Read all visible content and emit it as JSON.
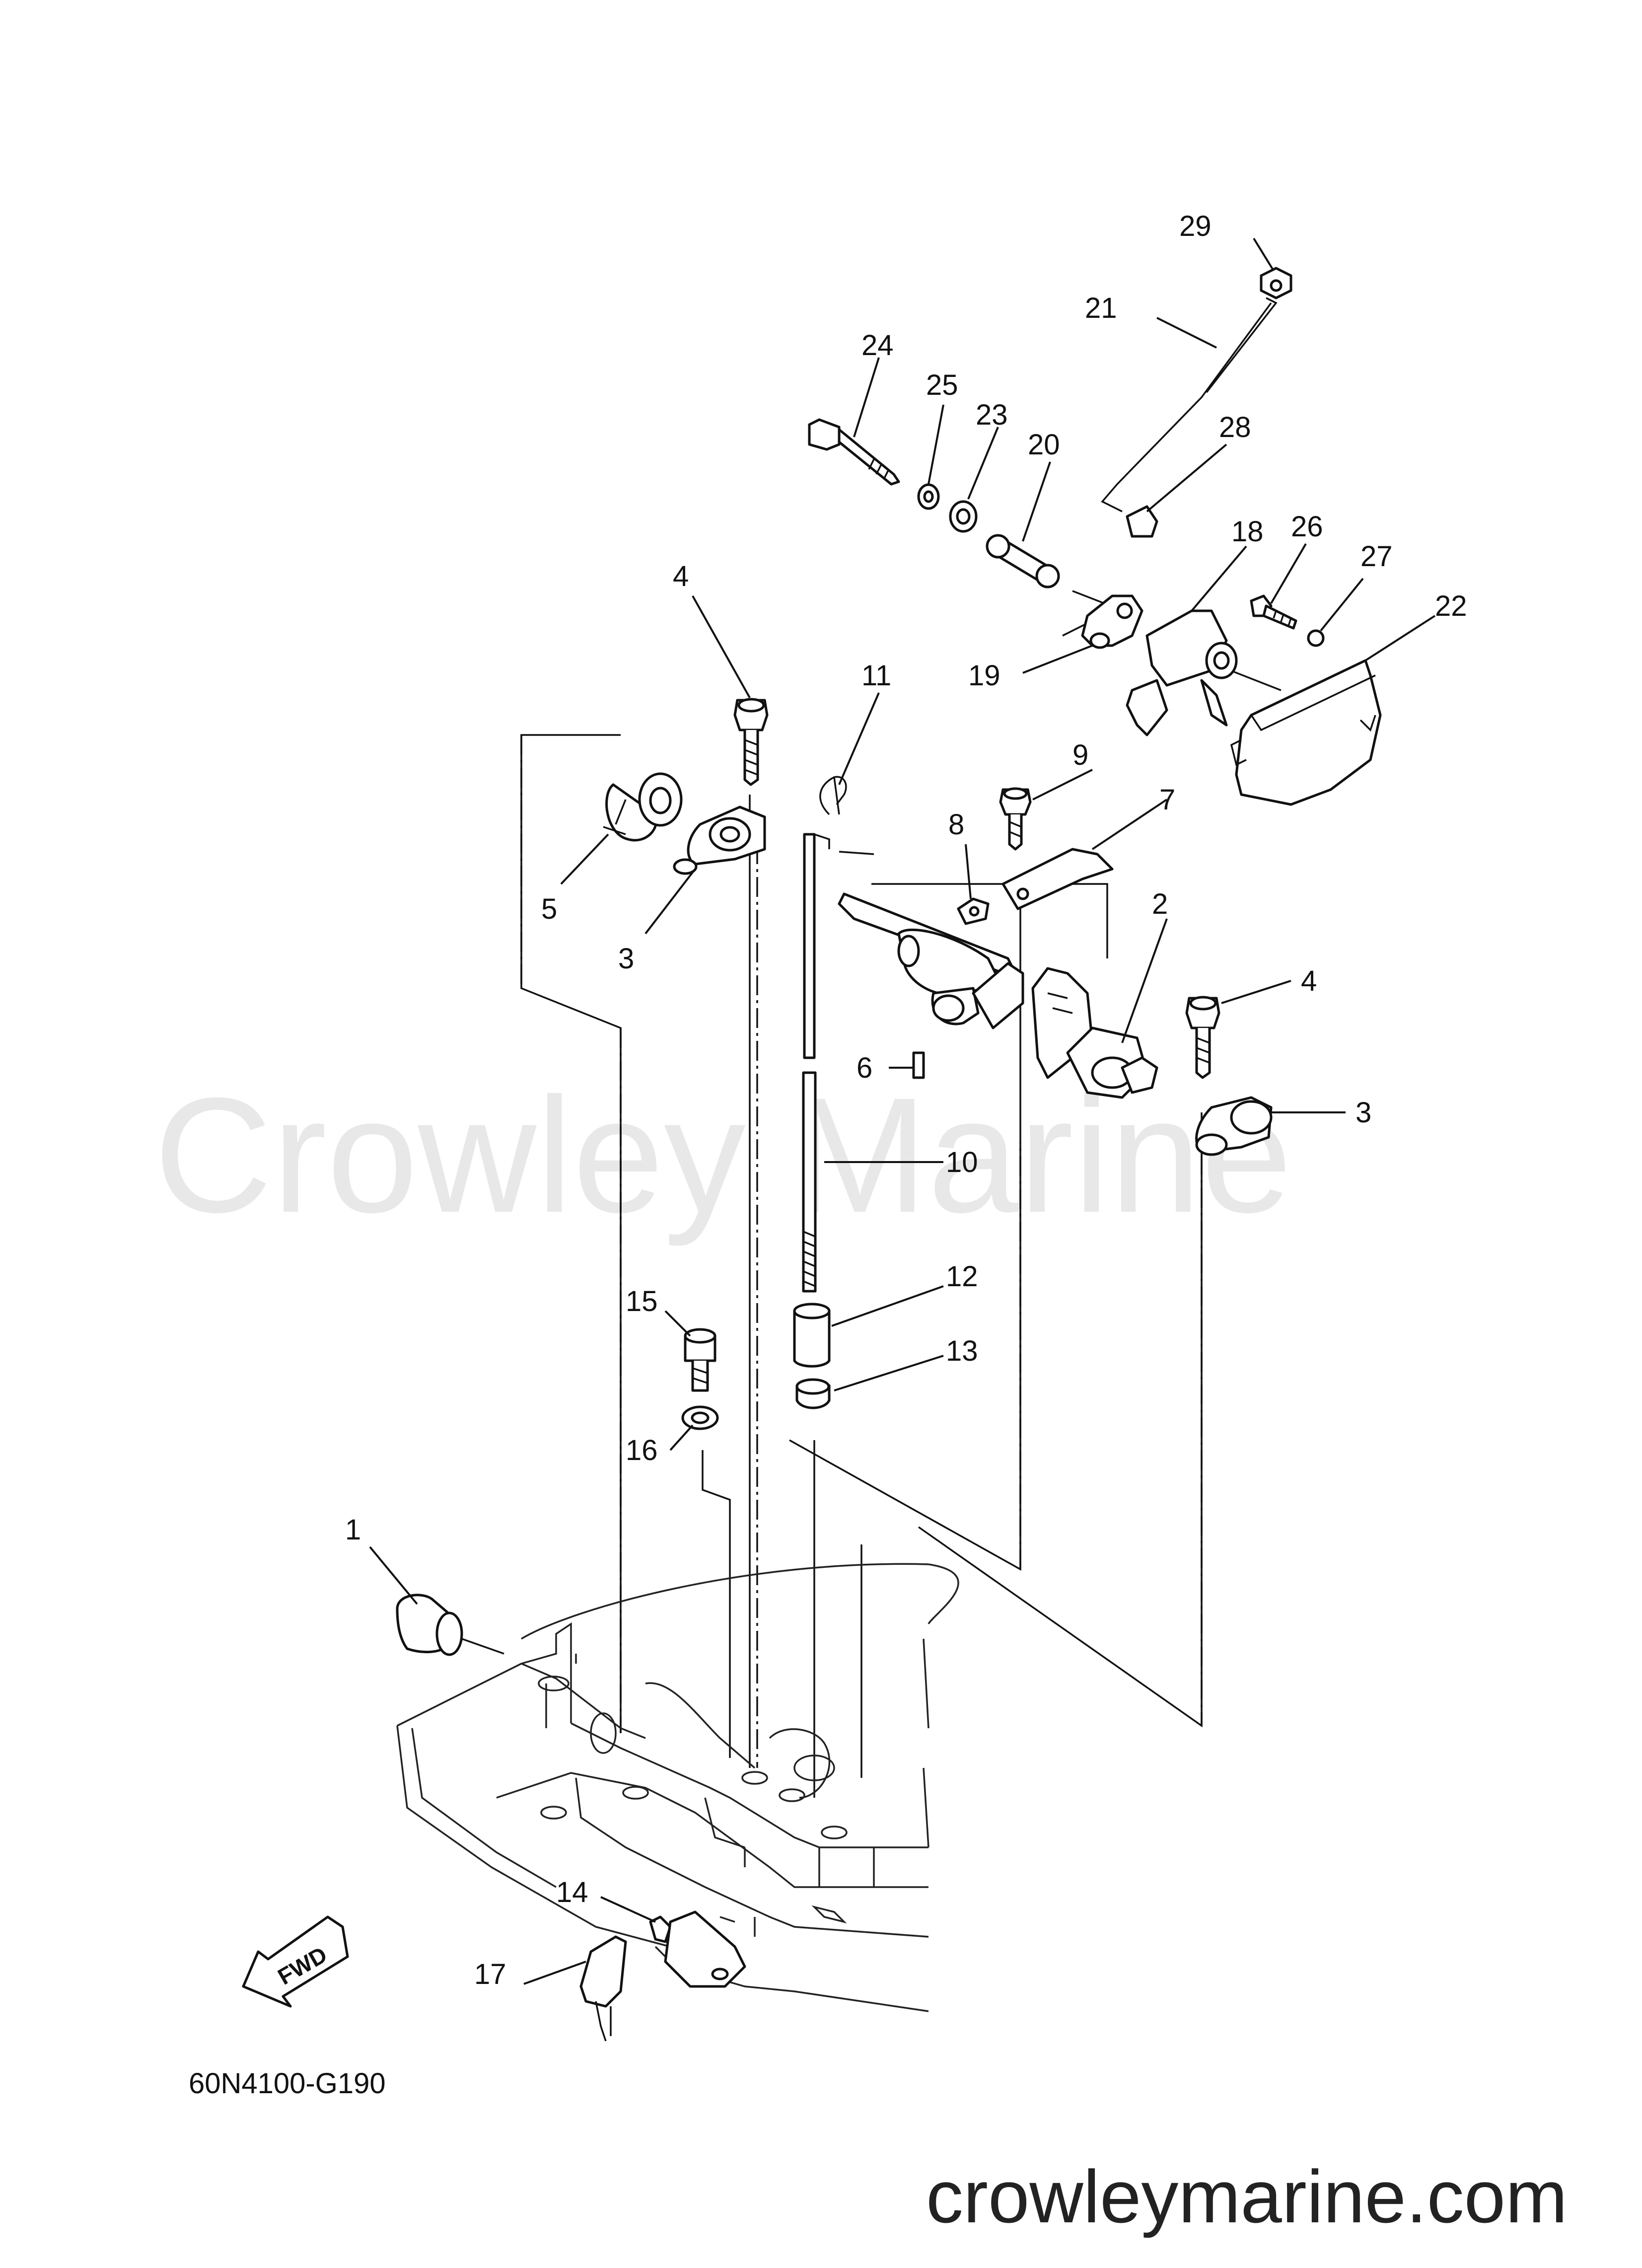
{
  "watermark": "Crowley Marine",
  "diagram_code": "60N4100-G190",
  "footer_url": "crowleymarine.com",
  "fwd_label": "FWD",
  "callouts": [
    {
      "id": "c1",
      "label": "1"
    },
    {
      "id": "c2",
      "label": "2"
    },
    {
      "id": "c3a",
      "label": "3"
    },
    {
      "id": "c3b",
      "label": "3"
    },
    {
      "id": "c4a",
      "label": "4"
    },
    {
      "id": "c4b",
      "label": "4"
    },
    {
      "id": "c5",
      "label": "5"
    },
    {
      "id": "c6",
      "label": "6"
    },
    {
      "id": "c7",
      "label": "7"
    },
    {
      "id": "c8",
      "label": "8"
    },
    {
      "id": "c9",
      "label": "9"
    },
    {
      "id": "c10",
      "label": "10"
    },
    {
      "id": "c11",
      "label": "11"
    },
    {
      "id": "c12",
      "label": "12"
    },
    {
      "id": "c13",
      "label": "13"
    },
    {
      "id": "c14",
      "label": "14"
    },
    {
      "id": "c15",
      "label": "15"
    },
    {
      "id": "c16",
      "label": "16"
    },
    {
      "id": "c17",
      "label": "17"
    },
    {
      "id": "c18",
      "label": "18"
    },
    {
      "id": "c19",
      "label": "19"
    },
    {
      "id": "c20",
      "label": "20"
    },
    {
      "id": "c21",
      "label": "21"
    },
    {
      "id": "c22",
      "label": "22"
    },
    {
      "id": "c23",
      "label": "23"
    },
    {
      "id": "c24",
      "label": "24"
    },
    {
      "id": "c25",
      "label": "25"
    },
    {
      "id": "c26",
      "label": "26"
    },
    {
      "id": "c27",
      "label": "27"
    },
    {
      "id": "c28",
      "label": "28"
    },
    {
      "id": "c29",
      "label": "29"
    }
  ]
}
